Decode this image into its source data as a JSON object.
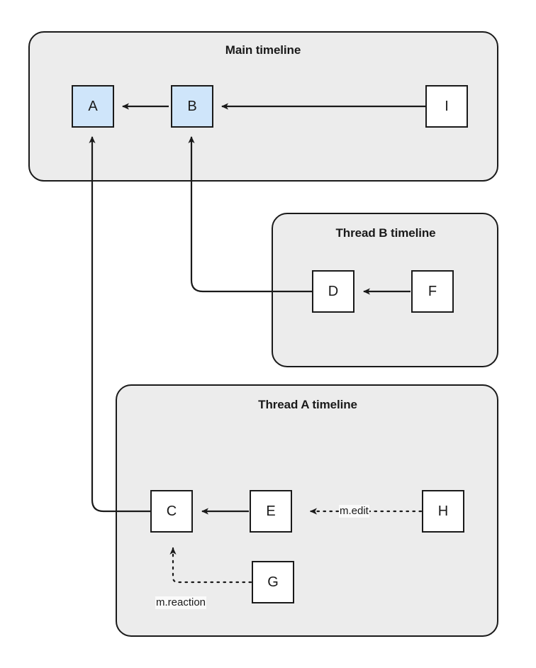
{
  "diagram": {
    "title_main": "Main timeline",
    "title_thread_b": "Thread B timeline",
    "title_thread_a": "Thread A timeline",
    "colors": {
      "container_fill": "#ececec",
      "container_stroke": "#1a1a1a",
      "node_fill": "#ffffff",
      "node_highlight_fill": "#cfe5fa",
      "node_stroke": "#1a1a1a",
      "edge_stroke": "#1a1a1a",
      "label_bg": "#fafafa"
    },
    "containers": [
      {
        "id": "main",
        "label": "Main timeline"
      },
      {
        "id": "thread_b",
        "label": "Thread B timeline"
      },
      {
        "id": "thread_a",
        "label": "Thread A timeline"
      }
    ],
    "nodes": [
      {
        "id": "A",
        "label": "A",
        "container": "main",
        "highlight": true
      },
      {
        "id": "B",
        "label": "B",
        "container": "main",
        "highlight": true
      },
      {
        "id": "I",
        "label": "I",
        "container": "main",
        "highlight": false
      },
      {
        "id": "D",
        "label": "D",
        "container": "thread_b",
        "highlight": false
      },
      {
        "id": "F",
        "label": "F",
        "container": "thread_b",
        "highlight": false
      },
      {
        "id": "C",
        "label": "C",
        "container": "thread_a",
        "highlight": false
      },
      {
        "id": "E",
        "label": "E",
        "container": "thread_a",
        "highlight": false
      },
      {
        "id": "H",
        "label": "H",
        "container": "thread_a",
        "highlight": false
      },
      {
        "id": "G",
        "label": "G",
        "container": "thread_a",
        "highlight": false
      }
    ],
    "edges": [
      {
        "from": "B",
        "to": "A",
        "style": "solid",
        "label": ""
      },
      {
        "from": "I",
        "to": "B",
        "style": "solid",
        "label": ""
      },
      {
        "from": "F",
        "to": "D",
        "style": "solid",
        "label": ""
      },
      {
        "from": "D",
        "to": "B",
        "style": "solid",
        "label": ""
      },
      {
        "from": "E",
        "to": "C",
        "style": "solid",
        "label": ""
      },
      {
        "from": "C",
        "to": "A",
        "style": "solid",
        "label": ""
      },
      {
        "from": "H",
        "to": "E",
        "style": "dotted",
        "label": "m.edit"
      },
      {
        "from": "G",
        "to": "C",
        "style": "dotted",
        "label": "m.reaction"
      }
    ],
    "edge_labels": {
      "m_edit": "m.edit",
      "m_reaction": "m.reaction"
    }
  }
}
